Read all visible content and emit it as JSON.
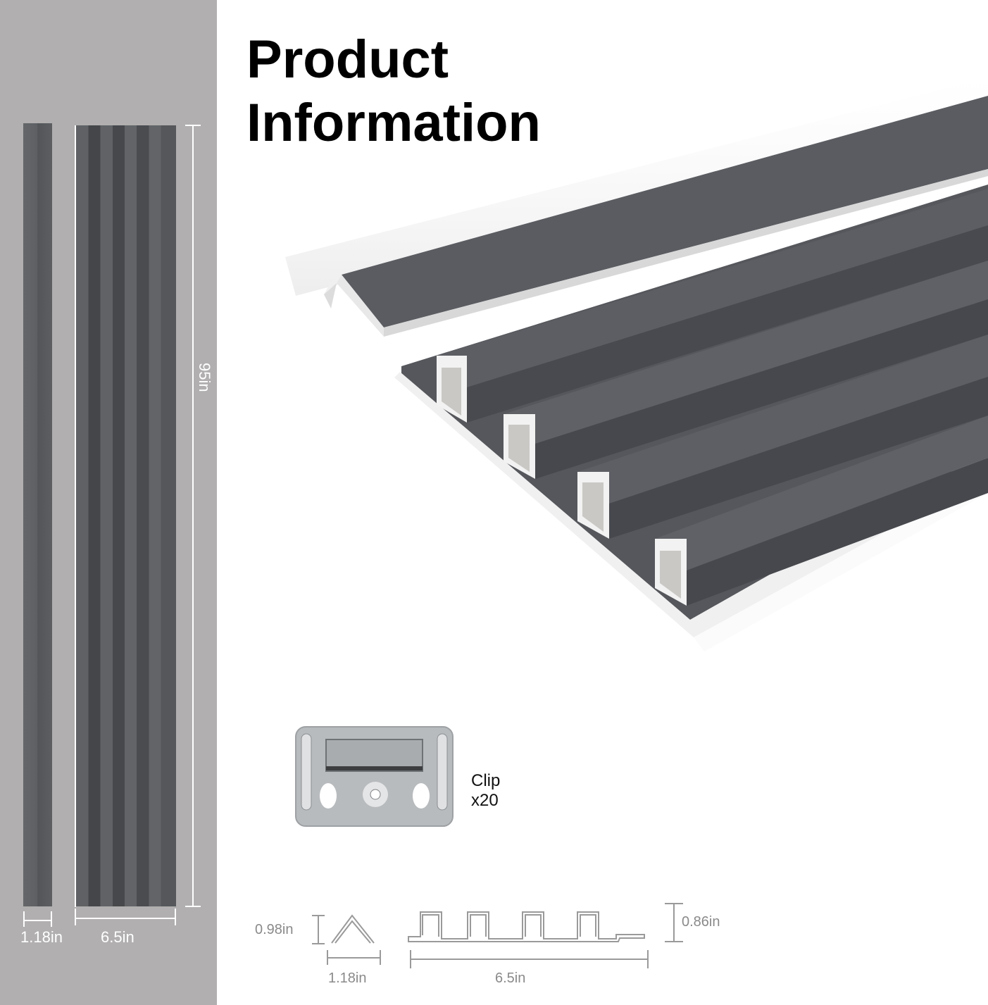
{
  "title": {
    "line1": "Product",
    "line2": "Information"
  },
  "left_panel": {
    "background": "#b1afaf",
    "narrow_slat_width": "1.18in",
    "wide_slat_width": "6.5in",
    "length": "95in"
  },
  "product_render": {
    "finish_color": "#5a5c60",
    "core_color": "#ececec",
    "pieces": [
      "corner-trim",
      "fluted-panel"
    ],
    "flute_count": 4
  },
  "accessory": {
    "name": "Clip",
    "quantity": "x20"
  },
  "profiles": {
    "corner": {
      "height": "0.98in",
      "width": "1.18in"
    },
    "panel": {
      "width": "6.5in",
      "height": "0.86in"
    }
  },
  "colors": {
    "dim_label_light": "#ffffff",
    "dim_label_dark": "#8a8a8a",
    "title": "#000000"
  }
}
